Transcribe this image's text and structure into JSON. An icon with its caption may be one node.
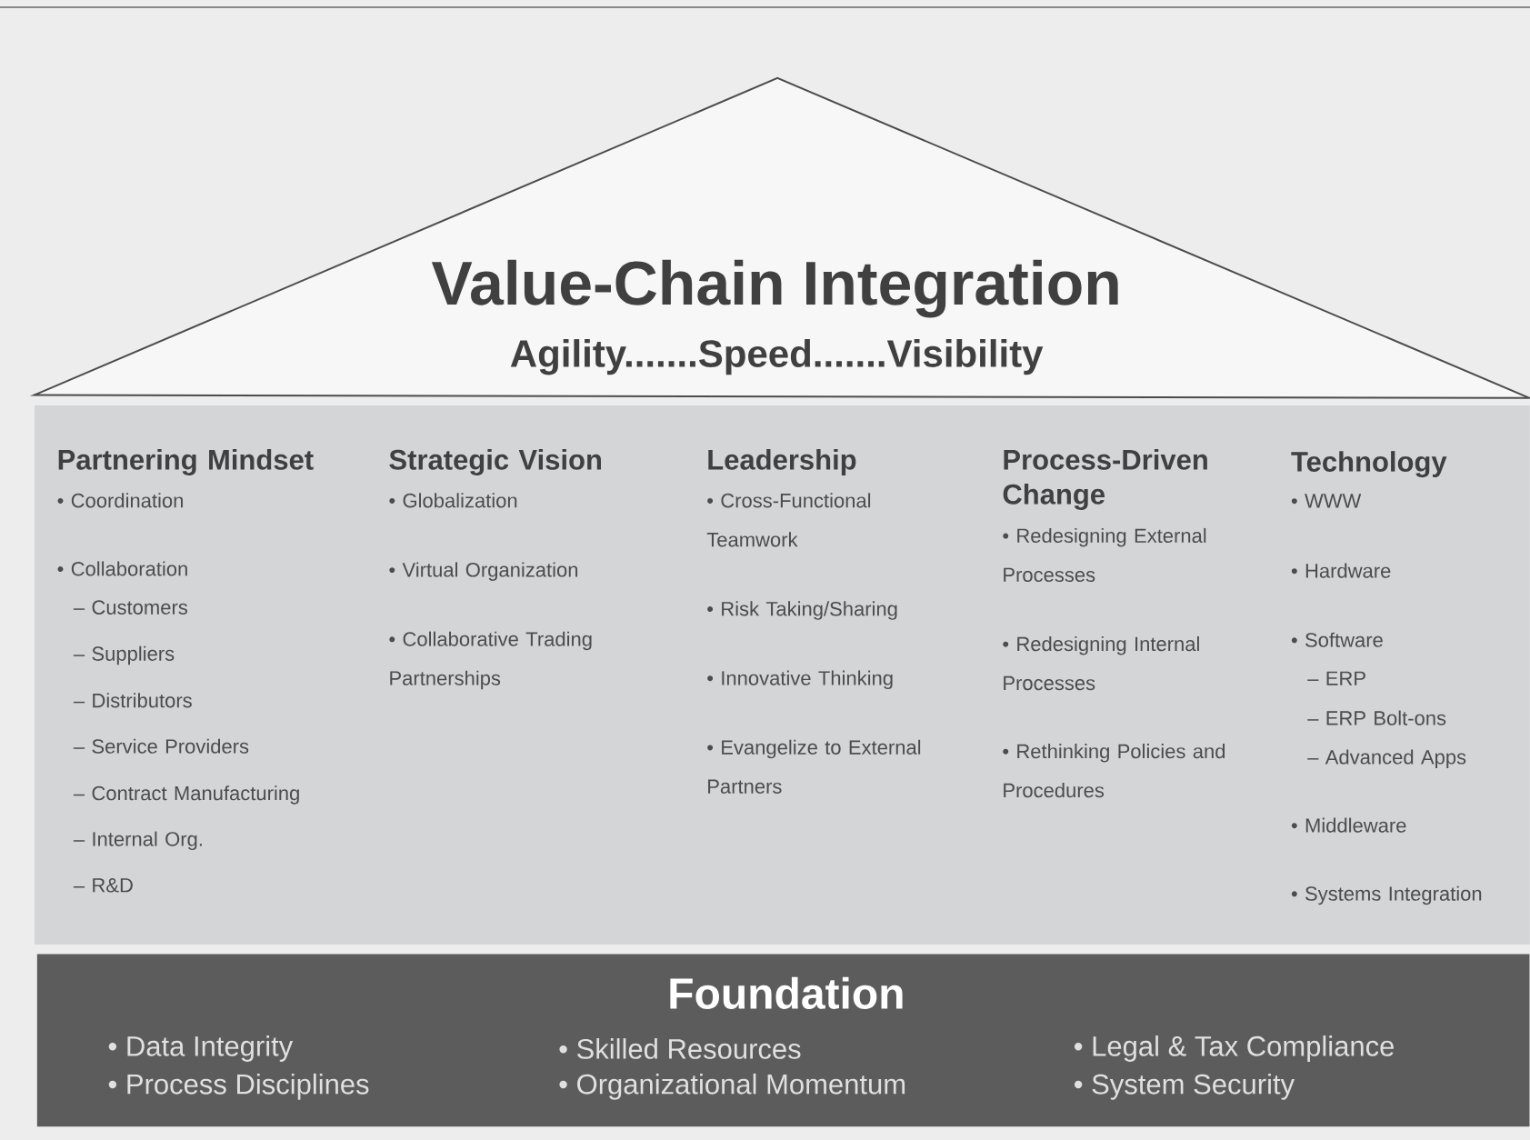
{
  "diagram": {
    "nodes": [
      {
        "text": [
          "Value-Chain Integration",
          "Agility.......Speed.......Visibility"
        ]
      },
      {
        "text": [],
        "shape": "box"
      },
      {
        "text": [
          "Partnering Mindset",
          "• Coordination",
          "• Collaboration",
          "– Customers",
          "– Suppliers",
          "– Distributors",
          "– Service Providers",
          "– Contract Manufacturing",
          "– Internal Org.",
          "– R&D"
        ],
        "in": 1
      },
      {
        "text": [
          "Strategic Vision",
          "• Globalization",
          "• Virtual Organization",
          "• Collaborative Trading Partnerships"
        ],
        "in": 1
      },
      {
        "text": [
          "Leadership",
          "• Cross-Functional Teamwork",
          "• Risk Taking/Sharing",
          "• Innovative Thinking",
          "• Evangelize to External Partners"
        ],
        "in": 1
      },
      {
        "text": [
          "Process-Driven Change",
          "• Redesigning External Processes",
          "• Redesigning Internal Processes",
          "• Rethinking Policies and Procedures"
        ],
        "in": 1
      },
      {
        "text": [
          "Technology",
          "• WWW",
          "• Hardware",
          "• Software",
          "– ERP",
          "– ERP Bolt-ons",
          "– Advanced Apps",
          "• Middleware",
          "• Systems Integration"
        ],
        "in": 1
      },
      {
        "text": [
          "Foundation",
          "• Data Integrity",
          "• Process Disciplines",
          "• Skilled Resources",
          "• Organizational Momentum",
          "• Legal & Tax Compliance",
          "• System Security"
        ]
      }
    ]
  }
}
